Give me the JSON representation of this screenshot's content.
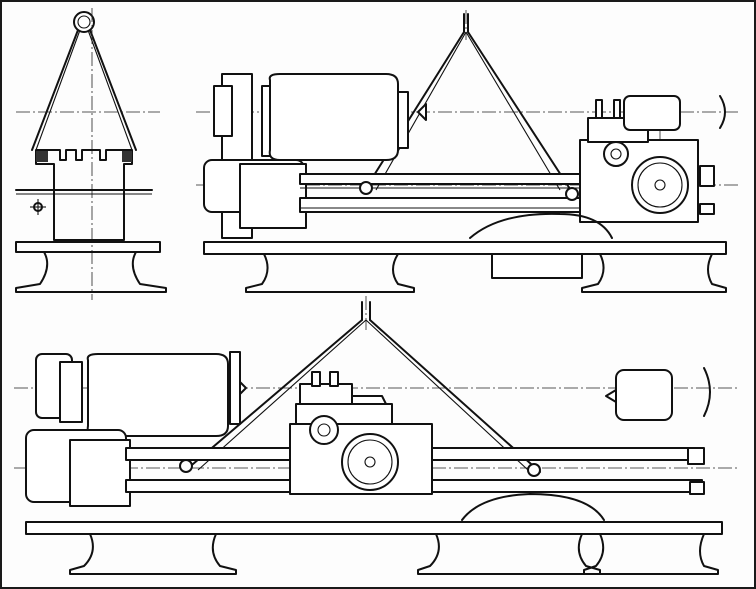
{
  "figure": {
    "views": [
      {
        "id": "end-view",
        "description_icon": "lathe-end-view"
      },
      {
        "id": "side-view-top",
        "description_icon": "lathe-side-view"
      },
      {
        "id": "side-view-bottom",
        "description_icon": "lathe-side-view"
      }
    ],
    "line_color": "#111111",
    "background_color": "#ffffff"
  }
}
